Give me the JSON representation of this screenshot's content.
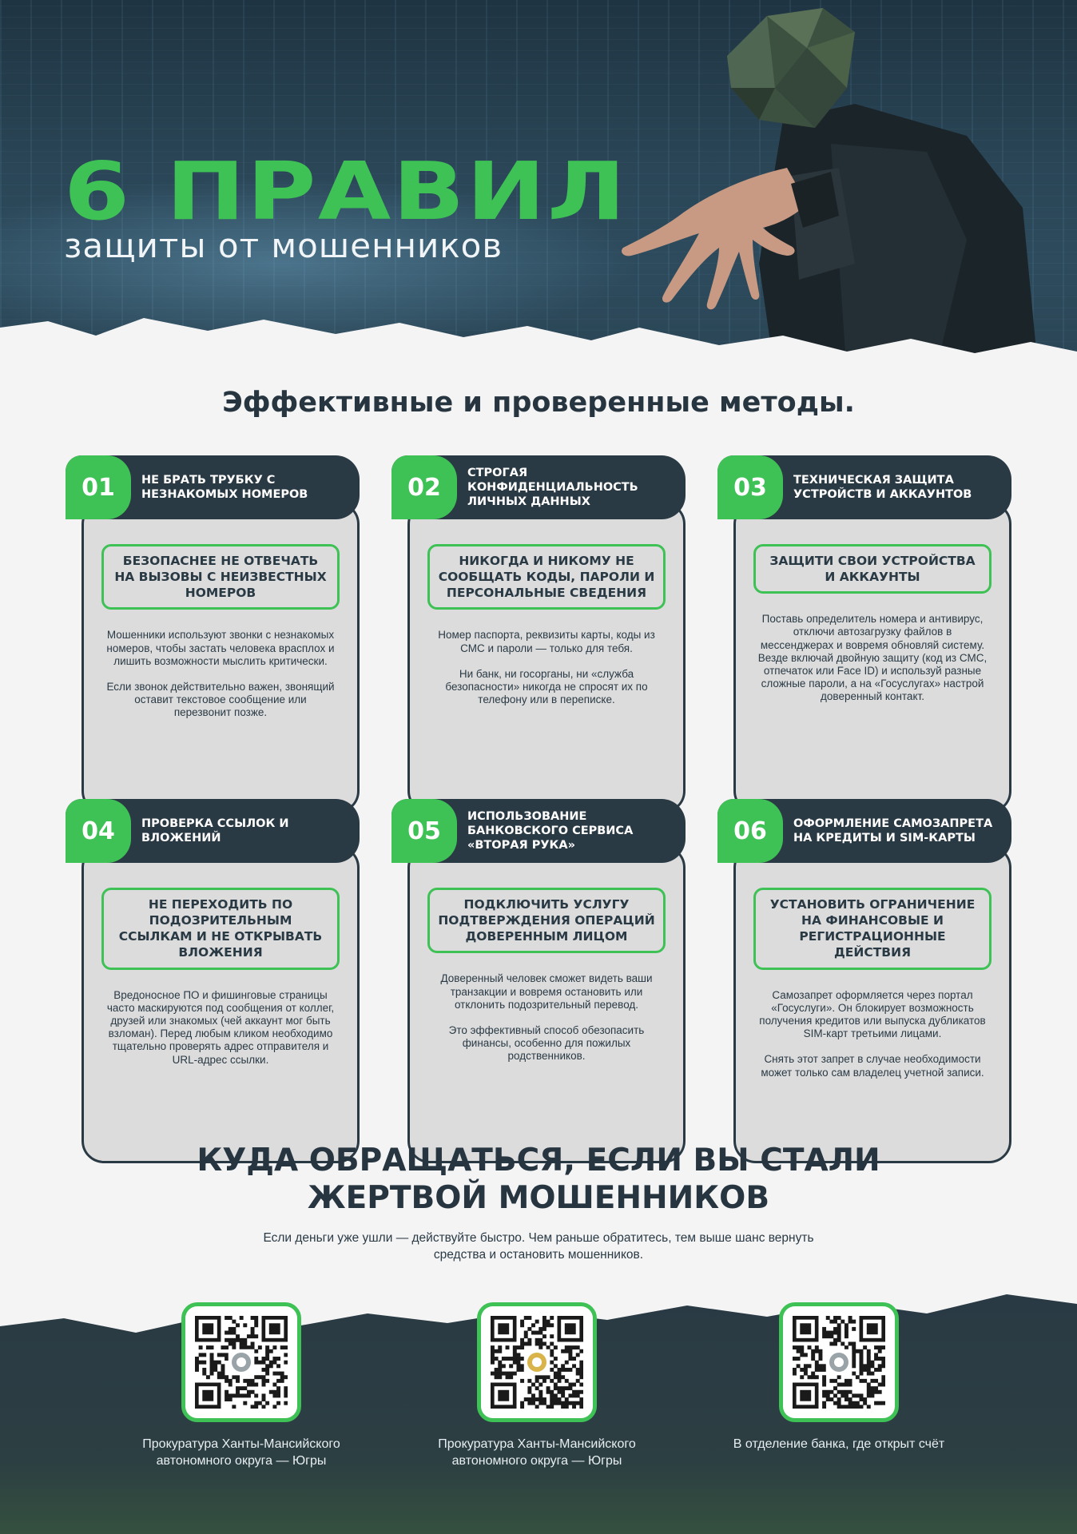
{
  "hero": {
    "title": "6 ПРАВИЛ",
    "subtitle": "защиты от мошенников"
  },
  "methods_heading": "Эффективные и проверенные методы.",
  "cards": [
    {
      "number": "01",
      "title": "НЕ БРАТЬ ТРУБКУ С НЕЗНАКОМЫХ НОМЕРОВ",
      "callout": "БЕЗОПАСНЕЕ НЕ ОТВЕЧАТЬ НА ВЫЗОВЫ С НЕИЗВЕСТНЫХ НОМЕРОВ",
      "paragraphs": [
        "Мошенники используют звонки с незнакомых номеров, чтобы застать человека врасплох и лишить возможности мыслить критически.",
        "Если звонок действительно важен, звонящий оставит текстовое сообщение или перезвонит позже."
      ]
    },
    {
      "number": "02",
      "title": "СТРОГАЯ КОНФИДЕНЦИАЛЬНОСТЬ ЛИЧНЫХ ДАННЫХ",
      "callout": "НИКОГДА И НИКОМУ НЕ СООБЩАТЬ КОДЫ, ПАРОЛИ И ПЕРСОНАЛЬНЫЕ СВЕДЕНИЯ",
      "paragraphs": [
        "Номер паспорта, реквизиты карты, коды из СМС и пароли — только для тебя.",
        "Ни банк, ни госорганы, ни «служба безопасности» никогда не спросят их по телефону или в переписке."
      ]
    },
    {
      "number": "03",
      "title": "ТЕХНИЧЕСКАЯ ЗАЩИТА УСТРОЙСТВ И АККАУНТОВ",
      "callout": "ЗАЩИТИ СВОИ УСТРОЙСТВА И АККАУНТЫ",
      "paragraphs": [
        "Поставь определитель номера и антивирус, отключи автозагрузку файлов в мессенджерах и вовремя обновляй систему. Везде включай двойную защиту (код из СМС, отпечаток или Face ID) и используй разные сложные пароли, а на «Госуслугах» настрой доверенный контакт."
      ]
    },
    {
      "number": "04",
      "title": "ПРОВЕРКА ССЫЛОК И ВЛОЖЕНИЙ",
      "callout": "НЕ ПЕРЕХОДИТЬ ПО ПОДОЗРИТЕЛЬНЫМ ССЫЛКАМ И НЕ ОТКРЫВАТЬ ВЛОЖЕНИЯ",
      "paragraphs": [
        "Вредоносное ПО и фишинговые страницы часто маскируются под сообщения от коллег, друзей или знакомых (чей аккаунт мог быть взломан). Перед любым кликом необходимо тщательно проверять адрес отправителя и URL-адрес ссылки."
      ]
    },
    {
      "number": "05",
      "title": "ИСПОЛЬЗОВАНИЕ БАНКОВСКОГО СЕРВИСА «ВТОРАЯ РУКА»",
      "callout": "ПОДКЛЮЧИТЬ УСЛУГУ ПОДТВЕРЖДЕНИЯ ОПЕРАЦИЙ ДОВЕРЕННЫМ ЛИЦОМ",
      "paragraphs": [
        "Доверенный человек сможет видеть ваши транзакции и вовремя остановить или отклонить подозрительный перевод.",
        "Это эффективный способ обезопасить финансы, особенно для пожилых родственников."
      ]
    },
    {
      "number": "06",
      "title": "ОФОРМЛЕНИЕ САМОЗАПРЕТА НА КРЕДИТЫ И SIM-КАРТЫ",
      "callout": "УСТАНОВИТЬ ОГРАНИЧЕНИЕ НА ФИНАНСОВЫЕ И РЕГИСТРАЦИОННЫЕ ДЕЙСТВИЯ",
      "paragraphs": [
        "Самозапрет оформляется через портал «Госуслуги». Он блокирует возможность получения кредитов или выпуска дубликатов SIM-карт третьими лицами.",
        "Снять этот запрет в случае необходимости может только сам владелец учетной записи."
      ]
    }
  ],
  "contact": {
    "heading_line1": "КУДА ОБРАЩАТЬСЯ, ЕСЛИ ВЫ СТАЛИ",
    "heading_line2": "ЖЕРТВОЙ МОШЕННИКОВ",
    "subtitle": "Если деньги уже ушли — действуйте быстро. Чем раньше обратитесь, тем выше шанс вернуть средства и остановить мошенников.",
    "qr_codes": [
      {
        "label": "Прокуратура Ханты-Мансийского автономного округа — Югры",
        "emblem": "coat-of-arms-icon"
      },
      {
        "label": "Прокуратура Ханты-Мансийского автономного округа — Югры",
        "emblem": "regional-emblem-icon"
      },
      {
        "label": "В отделение банка, где открыт счёт",
        "emblem": "bank-emblem-icon"
      }
    ]
  },
  "colors": {
    "accent_green": "#3ec155",
    "dark_slate": "#2a3a45",
    "card_fill": "#dcdcdc"
  }
}
